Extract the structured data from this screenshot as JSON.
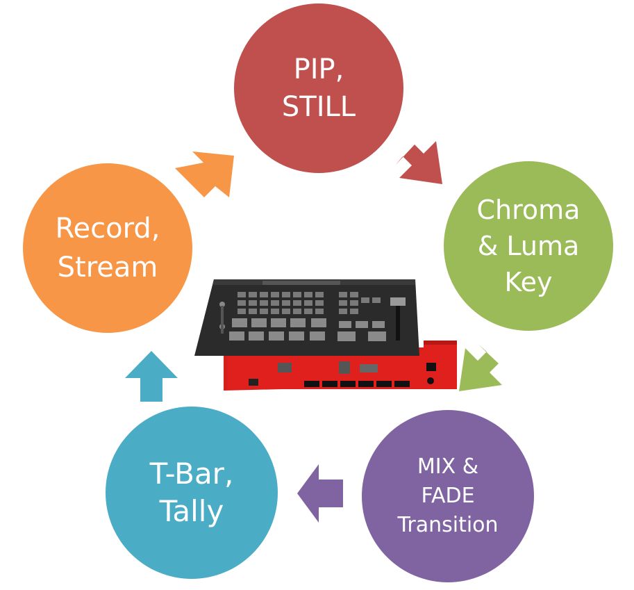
{
  "nodes": {
    "pip": {
      "lines": [
        "PIP,",
        "STILL"
      ],
      "color": "#c0504d"
    },
    "chroma": {
      "lines": [
        "Chroma",
        "& Luma",
        "Key"
      ],
      "color": "#9bbb59"
    },
    "mix": {
      "lines": [
        "MIX &",
        "FADE",
        "Transition"
      ],
      "color": "#8064a2"
    },
    "tbar": {
      "lines": [
        "T-Bar,",
        "Tally"
      ],
      "color": "#4bacc6"
    },
    "record": {
      "lines": [
        "Record,",
        "Stream"
      ],
      "color": "#f79646"
    }
  },
  "device": {
    "colors": {
      "top": "#2b2b2b",
      "body": "#e0201c"
    }
  }
}
